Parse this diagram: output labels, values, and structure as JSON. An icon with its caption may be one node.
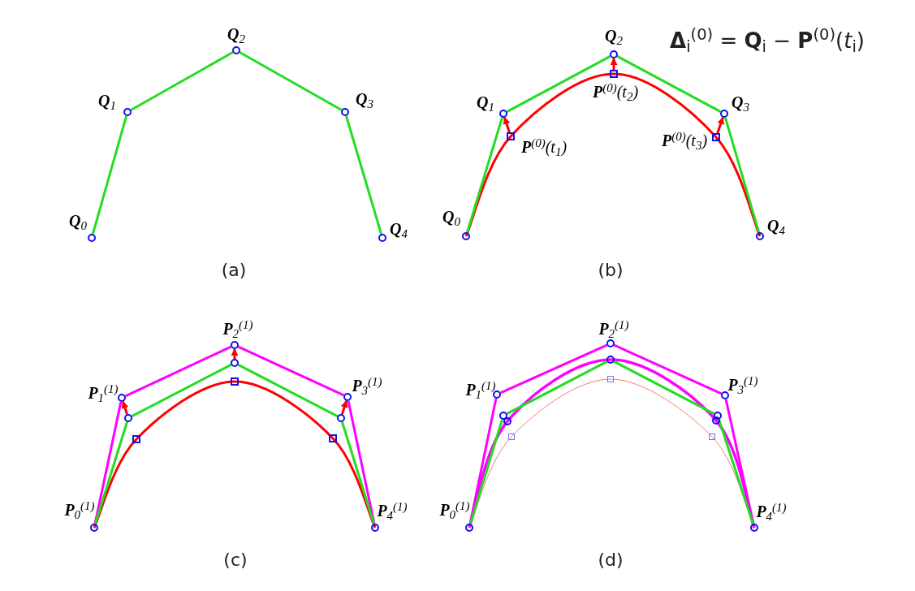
{
  "diagram": {
    "nodes": [
      {
        "text": [],
        "shape": "circle",
        "beside": [
          "**Q**$_{0}$"
        ]
      },
      {
        "text": [],
        "shape": "circle",
        "beside": [
          "**Q**$_{1}$"
        ]
      },
      {
        "text": [],
        "shape": "circle",
        "beside": [
          "**Q**$_{2}$"
        ]
      },
      {
        "text": [],
        "shape": "circle",
        "beside": [
          "**Q**$_{3}$"
        ]
      },
      {
        "text": [],
        "shape": "circle",
        "beside": [
          "**Q**$_{4}$"
        ]
      },
      {
        "text": [],
        "shape": "circle",
        "beside": [
          "**Q**$_{0}$"
        ]
      },
      {
        "text": [],
        "shape": "circle",
        "beside": [
          "**Q**$_{1}$"
        ]
      },
      {
        "text": [],
        "shape": "circle",
        "beside": [
          "**Q**$_{2}$"
        ]
      },
      {
        "text": [],
        "shape": "circle",
        "beside": [
          "**Q**$_{3}$"
        ]
      },
      {
        "text": [],
        "shape": "circle",
        "beside": [
          "**Q**$_{4}$"
        ]
      },
      {
        "text": [],
        "shape": "box",
        "beside": [
          "**P**$^{(0)}$(*t*$_{1}$)"
        ]
      },
      {
        "text": [],
        "shape": "box",
        "beside": [
          "**P**$^{(0)}$(*t*$_{2}$)"
        ]
      },
      {
        "text": [],
        "shape": "box",
        "beside": [
          "**P**$^{(0)}$(*t*$_{3}$)"
        ]
      },
      {
        "text": [],
        "shape": "circle",
        "beside": [
          "**P**$_{0}$$^{(1)}$"
        ]
      },
      {
        "text": [],
        "shape": "circle",
        "beside": [
          "**P**$_{1}$$^{(1)}$"
        ]
      },
      {
        "text": [],
        "shape": "circle",
        "beside": [
          "**P**$_{2}$$^{(1)}$"
        ]
      },
      {
        "text": [],
        "shape": "circle",
        "beside": [
          "**P**$_{3}$$^{(1)}$"
        ]
      },
      {
        "text": [],
        "shape": "circle",
        "beside": [
          "**P**$_{4}$$^{(1)}$"
        ]
      },
      {
        "text": [],
        "shape": "circle"
      },
      {
        "text": [],
        "shape": "circle"
      },
      {
        "text": [],
        "shape": "circle"
      },
      {
        "text": [],
        "shape": "box"
      },
      {
        "text": [],
        "shape": "box"
      },
      {
        "text": [],
        "shape": "box"
      },
      {
        "text": [],
        "shape": "circle",
        "beside": [
          "**P**$_{0}$$^{(1)}$"
        ]
      },
      {
        "text": [],
        "shape": "circle",
        "beside": [
          "**P**$_{1}$$^{(1)}$"
        ]
      },
      {
        "text": [],
        "shape": "circle",
        "beside": [
          "**P**$_{2}$$^{(1)}$"
        ]
      },
      {
        "text": [],
        "shape": "circle",
        "beside": [
          "**P**$_{3}$$^{(1)}$"
        ]
      },
      {
        "text": [],
        "shape": "circle",
        "beside": [
          "**P**$_{4}$$^{(1)}$"
        ]
      },
      {
        "text": [],
        "shape": "circle"
      },
      {
        "text": [],
        "shape": "circle"
      },
      {
        "text": [],
        "shape": "circle"
      },
      {
        "text": [],
        "shape": "circle"
      },
      {
        "text": [],
        "shape": "circle"
      },
      {
        "text": [],
        "shape": "box"
      },
      {
        "text": [],
        "shape": "box"
      },
      {
        "text": [],
        "shape": "box"
      }
    ],
    "edges": [
      {
        "from": 0,
        "to": 1,
        "arrow": "none"
      },
      {
        "from": 1,
        "to": 2,
        "arrow": "none"
      },
      {
        "from": 2,
        "to": 3,
        "arrow": "none"
      },
      {
        "from": 3,
        "to": 4,
        "arrow": "none"
      },
      {
        "from": 5,
        "to": 6,
        "arrow": "none"
      },
      {
        "from": 6,
        "to": 7,
        "arrow": "none"
      },
      {
        "from": 7,
        "to": 8,
        "arrow": "none"
      },
      {
        "from": 8,
        "to": 9,
        "arrow": "none"
      },
      {
        "from": 10,
        "to": 6,
        "arrow": "to",
        "color": "#ff0000"
      },
      {
        "from": 11,
        "to": 7,
        "arrow": "to",
        "color": "#ff0000"
      },
      {
        "from": 12,
        "to": 8,
        "arrow": "to",
        "color": "#ff0000"
      },
      {
        "from": 13,
        "to": 14,
        "arrow": "none",
        "color": "#ff00ff"
      },
      {
        "from": 14,
        "to": 15,
        "arrow": "none",
        "color": "#ff00ff"
      },
      {
        "from": 15,
        "to": 16,
        "arrow": "none",
        "color": "#ff00ff"
      },
      {
        "from": 16,
        "to": 17,
        "arrow": "none",
        "color": "#ff00ff"
      },
      {
        "from": 13,
        "to": 18,
        "arrow": "none"
      },
      {
        "from": 18,
        "to": 19,
        "arrow": "none"
      },
      {
        "from": 19,
        "to": 20,
        "arrow": "none"
      },
      {
        "from": 20,
        "to": 17,
        "arrow": "none"
      },
      {
        "from": 18,
        "to": 14,
        "arrow": "to",
        "color": "#ff0000"
      },
      {
        "from": 19,
        "to": 15,
        "arrow": "to",
        "color": "#ff0000"
      },
      {
        "from": 20,
        "to": 16,
        "arrow": "to",
        "color": "#ff0000"
      },
      {
        "from": 24,
        "to": 25,
        "arrow": "none",
        "color": "#ff00ff"
      },
      {
        "from": 25,
        "to": 26,
        "arrow": "none",
        "color": "#ff00ff"
      },
      {
        "from": 26,
        "to": 27,
        "arrow": "none",
        "color": "#ff00ff"
      },
      {
        "from": 27,
        "to": 28,
        "arrow": "none",
        "color": "#ff00ff"
      },
      {
        "from": 24,
        "to": 29,
        "arrow": "none"
      },
      {
        "from": 29,
        "to": 31,
        "arrow": "none"
      },
      {
        "from": 31,
        "to": 33,
        "arrow": "none"
      },
      {
        "from": 33,
        "to": 28,
        "arrow": "none"
      }
    ],
    "labels": [
      "**Δ**$_{i}$$^{(0)}$ = **Q**$_{i}$ − **P**$^{(0)}$(*t*$_{i}$)",
      "(a)",
      "(b)",
      "(c)",
      "(d)"
    ]
  }
}
